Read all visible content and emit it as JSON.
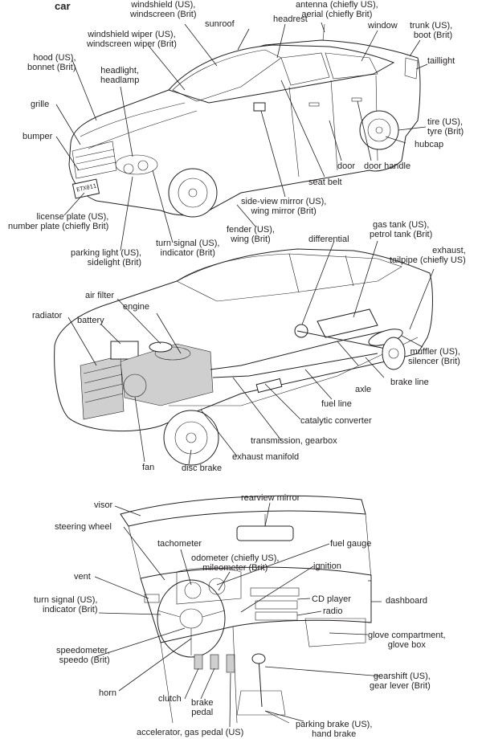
{
  "title": "car",
  "sections": {
    "exterior": {
      "labels": {
        "windshield": [
          "windshield (US),",
          "windscreen (Brit)"
        ],
        "antenna": [
          "antenna (chiefly US),",
          "aerial (chiefly Brit)"
        ],
        "headrest": "headrest",
        "sunroof": "sunroof",
        "window": "window",
        "trunk": [
          "trunk (US),",
          "boot (Brit)"
        ],
        "wiper": [
          "windshield wiper (US),",
          "windscreen wiper (Brit)"
        ],
        "hood": [
          "hood (US),",
          "bonnet (Brit)"
        ],
        "headlight": [
          "headlight,",
          "headlamp"
        ],
        "taillight": "taillight",
        "grille": "grille",
        "tire": [
          "tire (US),",
          "tyre (Brit)"
        ],
        "hubcap": "hubcap",
        "bumper": "bumper",
        "door": "door",
        "door_handle": "door handle",
        "seat_belt": "seat belt",
        "side_mirror": [
          "side-view mirror (US),",
          "wing mirror (Brit)"
        ],
        "license_plate": [
          "license plate (US),",
          "number plate (chiefly Brit)"
        ],
        "fender": [
          "fender (US),",
          "wing (Brit)"
        ],
        "parking_light": [
          "parking light (US),",
          "sidelight (Brit)"
        ],
        "turn_signal": [
          "turn signal (US),",
          "indicator (Brit)"
        ],
        "plate_text": "ETX011"
      }
    },
    "mechanical": {
      "labels": {
        "gas_tank": [
          "gas tank (US),",
          "petrol tank (Brit)"
        ],
        "differential": "differential",
        "exhaust": [
          "exhaust,",
          "tailpipe (chiefly US)"
        ],
        "air_filter": "air filter",
        "engine": "engine",
        "radiator": "radiator",
        "battery": "battery",
        "muffler": [
          "muffler (US),",
          "silencer (Brit)"
        ],
        "brake_line": "brake line",
        "axle": "axle",
        "fuel_line": "fuel line",
        "catalytic": "catalytic converter",
        "transmission": "transmission, gearbox",
        "exhaust_manifold": "exhaust manifold",
        "fan": "fan",
        "disc_brake": "disc brake"
      }
    },
    "interior": {
      "labels": {
        "visor": "visor",
        "rearview_mirror": "rearview mirror",
        "steering_wheel": "steering wheel",
        "fuel_gauge": "fuel gauge",
        "tachometer": "tachometer",
        "odometer": [
          "odometer (chiefly US),",
          "mileometer (Brit)"
        ],
        "ignition": "ignition",
        "vent": "vent",
        "cd_player": "CD player",
        "dashboard": "dashboard",
        "turn_signal": [
          "turn signal (US),",
          "indicator (Brit)"
        ],
        "radio": "radio",
        "glove_box": [
          "glove compartment,",
          "glove box"
        ],
        "speedometer": [
          "speedometer,",
          "speedo (Brit)"
        ],
        "gearshift": [
          "gearshift (US),",
          "gear lever (Brit)"
        ],
        "horn": "horn",
        "clutch": "clutch",
        "brake_pedal": [
          "brake",
          "pedal"
        ],
        "accelerator": "accelerator, gas pedal (US)",
        "parking_brake": [
          "parking brake (US),",
          "hand brake"
        ]
      }
    }
  }
}
